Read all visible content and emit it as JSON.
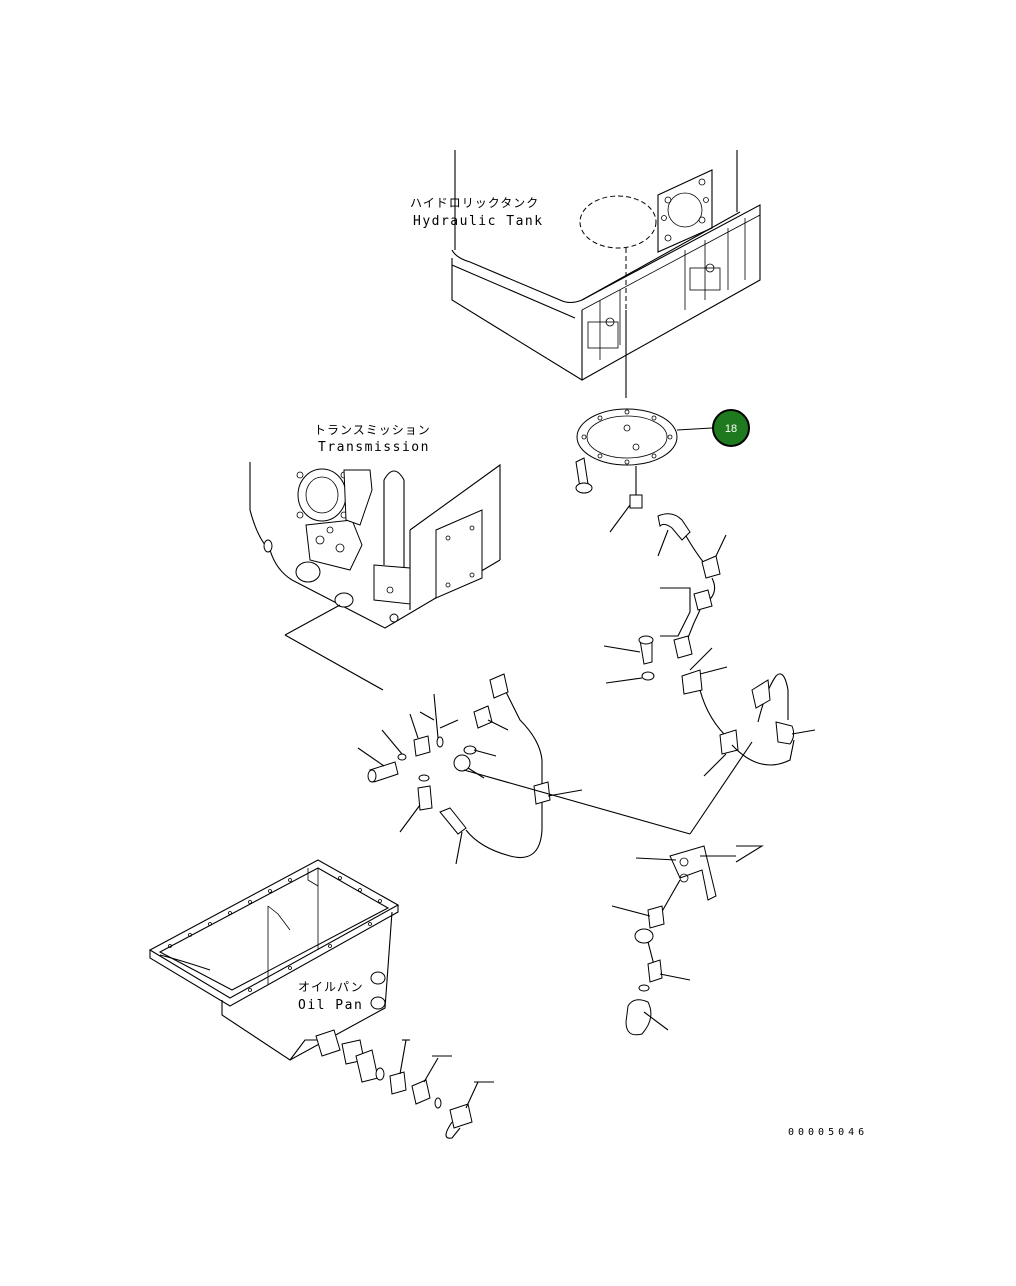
{
  "labels": {
    "hydraulic_tank_jp": "ハイドロリックタンク",
    "hydraulic_tank_en": "Hydraulic Tank",
    "transmission_jp": "トランスミッション",
    "transmission_en": "Transmission",
    "oil_pan_jp": "オイルパン",
    "oil_pan_en": "Oil Pan"
  },
  "callout": {
    "number": "18",
    "color": "#1f7a1f"
  },
  "drawing_code": "00005046"
}
